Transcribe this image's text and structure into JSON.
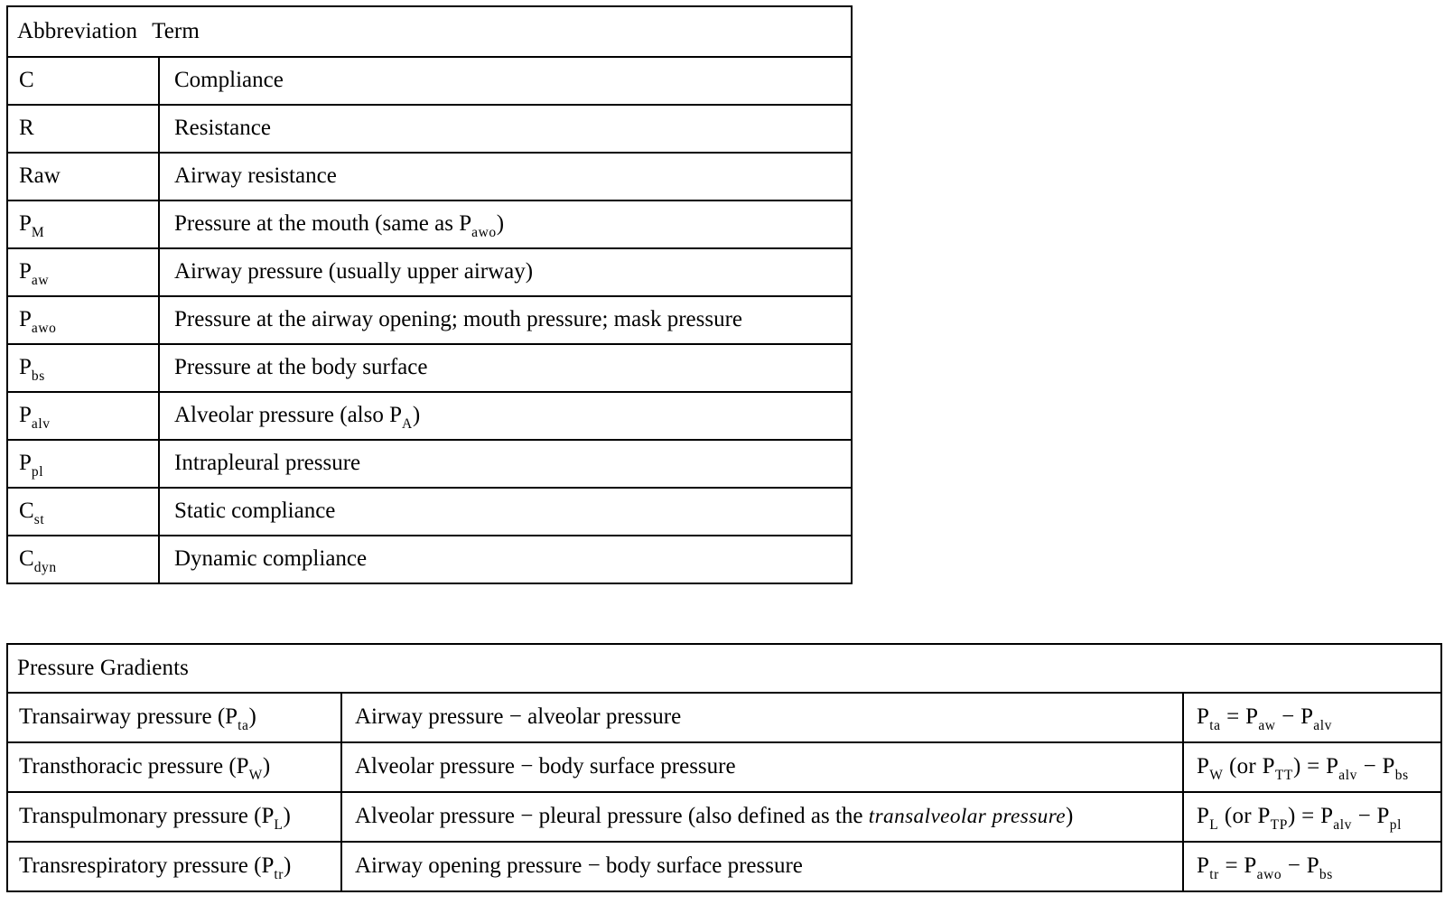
{
  "document": {
    "tables": [
      {
        "id": "abbreviations",
        "header": {
          "col1": "Abbreviation",
          "col2": "Term"
        },
        "rows": [
          {
            "abbr_base": "C",
            "abbr_sub": "",
            "term": "Compliance"
          },
          {
            "abbr_base": "R",
            "abbr_sub": "",
            "term": "Resistance"
          },
          {
            "abbr_base": "Raw",
            "abbr_sub": "",
            "term": "Airway resistance"
          },
          {
            "abbr_base": "P",
            "abbr_sub": "M",
            "term_pre": "Pressure at the mouth (same as P",
            "term_sub": "awo",
            "term_post": ")"
          },
          {
            "abbr_base": "P",
            "abbr_sub": "aw",
            "term": "Airway pressure (usually upper airway)"
          },
          {
            "abbr_base": "P",
            "abbr_sub": "awo",
            "term": "Pressure at the airway opening; mouth pressure; mask pressure"
          },
          {
            "abbr_base": "P",
            "abbr_sub": "bs",
            "term": "Pressure at the body surface"
          },
          {
            "abbr_base": "P",
            "abbr_sub": "alv",
            "term_pre": "Alveolar pressure (also P",
            "term_sub": "A",
            "term_post": ")"
          },
          {
            "abbr_base": "P",
            "abbr_sub": "pl",
            "term": "Intrapleural pressure"
          },
          {
            "abbr_base": "C",
            "abbr_sub": "st",
            "term": "Static compliance"
          },
          {
            "abbr_base": "C",
            "abbr_sub": "dyn",
            "term": "Dynamic compliance"
          }
        ]
      },
      {
        "id": "pressure-gradients",
        "header": {
          "title": "Pressure Gradients"
        },
        "rows": [
          {
            "name_pre": "Transairway pressure (P",
            "name_sub": "ta",
            "name_post": ")",
            "desc": "Airway pressure − alveolar pressure",
            "equation": "P(ta) = P(aw) − P(alv)"
          },
          {
            "name_pre": "Transthoracic pressure (P",
            "name_sub": "W",
            "name_post": ")",
            "desc": "Alveolar pressure − body surface pressure",
            "equation": "P(W) (or P(TT)) = P(alv) − P(bs)"
          },
          {
            "name_pre": "Transpulmonary pressure (P",
            "name_sub": "L",
            "name_post": ")",
            "desc_pre": "Alveolar pressure − pleural pressure (also defined as the ",
            "desc_italic": "transalveolar pressure",
            "desc_post": ")",
            "equation": "P(L) (or P(TP)) = P(alv) − P(pl)"
          },
          {
            "name_pre": "Transrespiratory pressure (P",
            "name_sub": "tr",
            "name_post": ")",
            "desc": "Airway opening pressure − body surface pressure",
            "equation": "P(tr) = P(awo) − P(bs)"
          }
        ]
      }
    ]
  },
  "colors": {
    "border": "#000000",
    "text": "#000000",
    "background": "#ffffff"
  }
}
